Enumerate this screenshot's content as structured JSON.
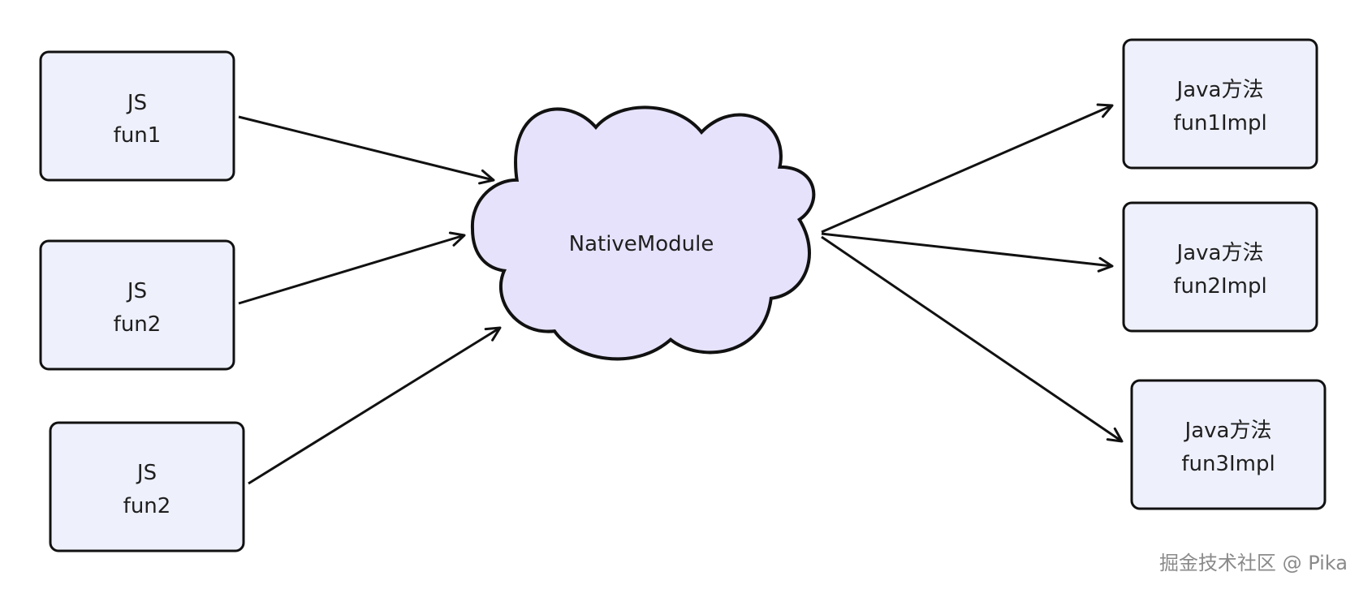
{
  "colors": {
    "box_fill": "#eef0fb",
    "cloud_fill": "#e6e2fb",
    "stroke": "#111111"
  },
  "js_nodes": [
    {
      "line1": "JS",
      "line2": "fun1"
    },
    {
      "line1": "JS",
      "line2": "fun2"
    },
    {
      "line1": "JS",
      "line2": "fun2"
    }
  ],
  "center": {
    "label": "NativeModule"
  },
  "java_nodes": [
    {
      "line1": "Java方法",
      "line2": "fun1Impl"
    },
    {
      "line1": "Java方法",
      "line2": "fun2Impl"
    },
    {
      "line1": "Java方法",
      "line2": "fun3Impl"
    }
  ],
  "watermark": "掘金技术社区 @ Pika"
}
